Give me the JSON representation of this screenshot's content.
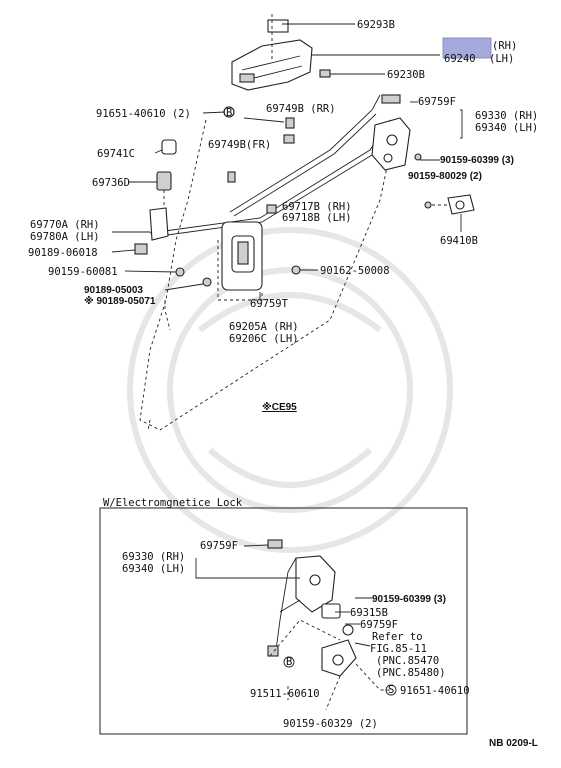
{
  "labels": {
    "p69293b": "69293B",
    "rh_lh": "(RH)\n(LH)",
    "rh": "(RH)",
    "p69240": "69240",
    "lh": "(LH)",
    "p69230b": "69230B",
    "p91651_40610": "91651-40610 (2)",
    "p69749b_rr": "69749B (RR)",
    "p69759f_a": "69759F",
    "p69749b_fr": "69749B(FR)",
    "p69330_rh": "69330 (RH)",
    "p69340_lh": "69340 (LH)",
    "p69741c": "69741C",
    "p90159_60399": "90159-60399 (3)",
    "p90159_80029": "90159-80029 (2)",
    "p69736d": "69736D",
    "p69717b": "69717B (RH)",
    "p69718b": "69718B (LH)",
    "p69770a": "69770A (RH)",
    "p69780a": "69780A (LH)",
    "p90189_06018": "90189-06018",
    "p69410b": "69410B",
    "p90159_60081": "90159-60081",
    "p90162_50008": "90162-50008",
    "p90189_05003": "90189-05003",
    "p90189_05071": "※ 90189-05071",
    "p69759t": "69759T",
    "p69205a": "69205A (RH)",
    "p69206c": "69206C (LH)",
    "ce95": "※CE95",
    "sub_title": "W/Electromgnetice Lock",
    "s_69759f_a": "69759F",
    "s_69330": "69330 (RH)",
    "s_69340": "69340 (LH)",
    "s_90159_60399": "90159-60399 (3)",
    "s_69315b": "69315B",
    "s_69759f_b": "69759F",
    "refer_to": "Refer to",
    "fig": "FIG.85-11",
    "pnc1": "(PNC.85470",
    "pnc2": "(PNC.85480)",
    "s_91511": "91511-60610",
    "s_91651": "91651-40610",
    "s_90159_60329": "90159-60329 (2)",
    "footer": "NB 0209-L",
    "mark_b": "B",
    "mark_s": "S"
  }
}
